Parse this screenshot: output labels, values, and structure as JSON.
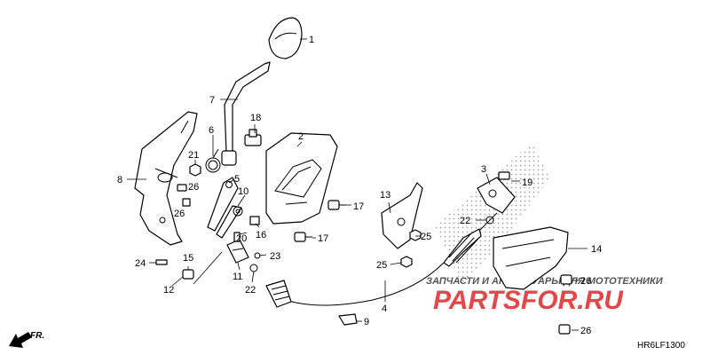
{
  "diagram": {
    "code": "HR6LF1300",
    "direction": "FR.",
    "watermark": {
      "caption": "ЗАПЧАСТИ И АКСЕССУАРЫ ДЛЯ МОТОТЕХНИКИ",
      "brand_a": "PARTS",
      "brand_b": "FOR.RU",
      "brand_color": "#e24848"
    },
    "callouts": [
      "1",
      "2",
      "3",
      "4",
      "5",
      "6",
      "7",
      "8",
      "9",
      "10",
      "11",
      "12",
      "13",
      "14",
      "15",
      "16",
      "17",
      "17",
      "18",
      "19",
      "20",
      "21",
      "22",
      "22",
      "23",
      "24",
      "25",
      "25",
      "26",
      "26",
      "26",
      "26"
    ]
  }
}
